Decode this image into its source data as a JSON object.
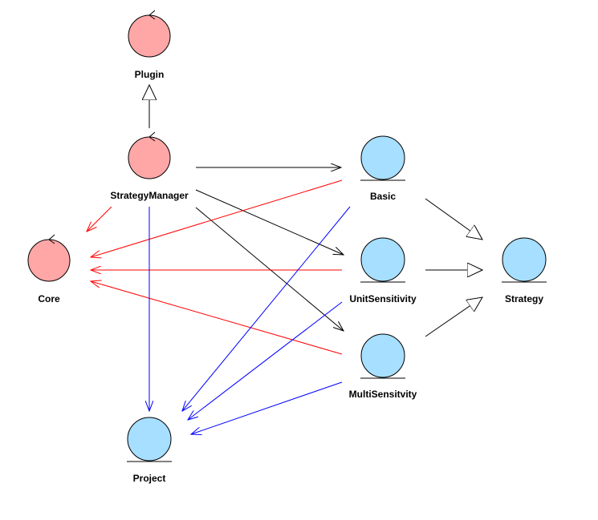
{
  "colors": {
    "control_fill": "#ffa6a6",
    "entity_fill": "#a6dfff",
    "node_stroke": "#000000",
    "dependency": "#000000",
    "core_dependency": "#ff0000",
    "project_dependency": "#0000ff"
  },
  "nodes": {
    "plugin": {
      "label": "Plugin",
      "kind": "control"
    },
    "strategy_manager": {
      "label": "StrategyManager",
      "kind": "control"
    },
    "core": {
      "label": "Core",
      "kind": "control"
    },
    "basic": {
      "label": "Basic",
      "kind": "entity"
    },
    "unit_sensitivity": {
      "label": "UnitSensitivity",
      "kind": "entity"
    },
    "multi_sensitivity": {
      "label": "MultiSensitvity",
      "kind": "entity"
    },
    "strategy": {
      "label": "Strategy",
      "kind": "entity"
    },
    "project": {
      "label": "Project",
      "kind": "entity"
    }
  },
  "relationships": [
    {
      "from": "strategy_manager",
      "to": "plugin",
      "type": "generalization"
    },
    {
      "from": "strategy_manager",
      "to": "basic",
      "type": "dependency"
    },
    {
      "from": "strategy_manager",
      "to": "unit_sensitivity",
      "type": "dependency"
    },
    {
      "from": "strategy_manager",
      "to": "multi_sensitivity",
      "type": "dependency"
    },
    {
      "from": "strategy_manager",
      "to": "core",
      "type": "core-dependency"
    },
    {
      "from": "strategy_manager",
      "to": "project",
      "type": "project-dependency"
    },
    {
      "from": "basic",
      "to": "core",
      "type": "core-dependency"
    },
    {
      "from": "unit_sensitivity",
      "to": "core",
      "type": "core-dependency"
    },
    {
      "from": "multi_sensitivity",
      "to": "core",
      "type": "core-dependency"
    },
    {
      "from": "basic",
      "to": "project",
      "type": "project-dependency"
    },
    {
      "from": "unit_sensitivity",
      "to": "project",
      "type": "project-dependency"
    },
    {
      "from": "multi_sensitivity",
      "to": "project",
      "type": "project-dependency"
    },
    {
      "from": "basic",
      "to": "strategy",
      "type": "generalization"
    },
    {
      "from": "unit_sensitivity",
      "to": "strategy",
      "type": "generalization"
    },
    {
      "from": "multi_sensitivity",
      "to": "strategy",
      "type": "generalization"
    }
  ]
}
